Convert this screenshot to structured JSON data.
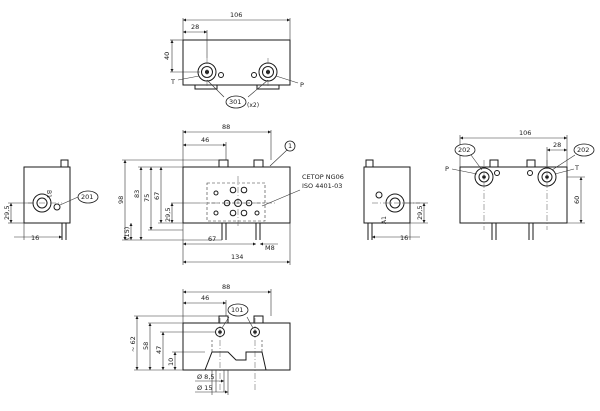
{
  "top_view": {
    "dim_width": "106",
    "dim_offset": "28",
    "dim_height": "40",
    "port_left": "T",
    "port_right": "P",
    "callout": "301",
    "callout_suffix": "(x2)"
  },
  "front_view": {
    "dim_top": "88",
    "dim_46": "46",
    "dim_98": "98",
    "dim_83": "83",
    "dim_75": "75",
    "dim_67v": "67",
    "dim_29_5": "29,5",
    "dim_15": "(15)",
    "dim_67h": "67",
    "dim_m8": "M8",
    "dim_134": "134",
    "note_line1": "CETOP NG06",
    "note_line2": "ISO 4401-03",
    "callout": "1"
  },
  "left_view": {
    "dim_29_5": "29,5",
    "dim_16": "16",
    "label_b1": "B1",
    "callout": "201"
  },
  "right_small_view": {
    "dim_29_5": "29,5",
    "dim_16": "16",
    "label_a1": "A1"
  },
  "right_view": {
    "dim_width": "106",
    "dim_28": "28",
    "dim_60": "60",
    "port_left": "P",
    "port_right": "T",
    "callout_left": "202",
    "callout_right": "202"
  },
  "bottom_view": {
    "dim_top": "88",
    "dim_46": "46",
    "dim_62": "~ 62",
    "dim_58": "58",
    "dim_47": "47",
    "dim_10": "10",
    "dim_d85": "Ø 8,5",
    "dim_d15": "Ø 15",
    "callout": "101"
  }
}
